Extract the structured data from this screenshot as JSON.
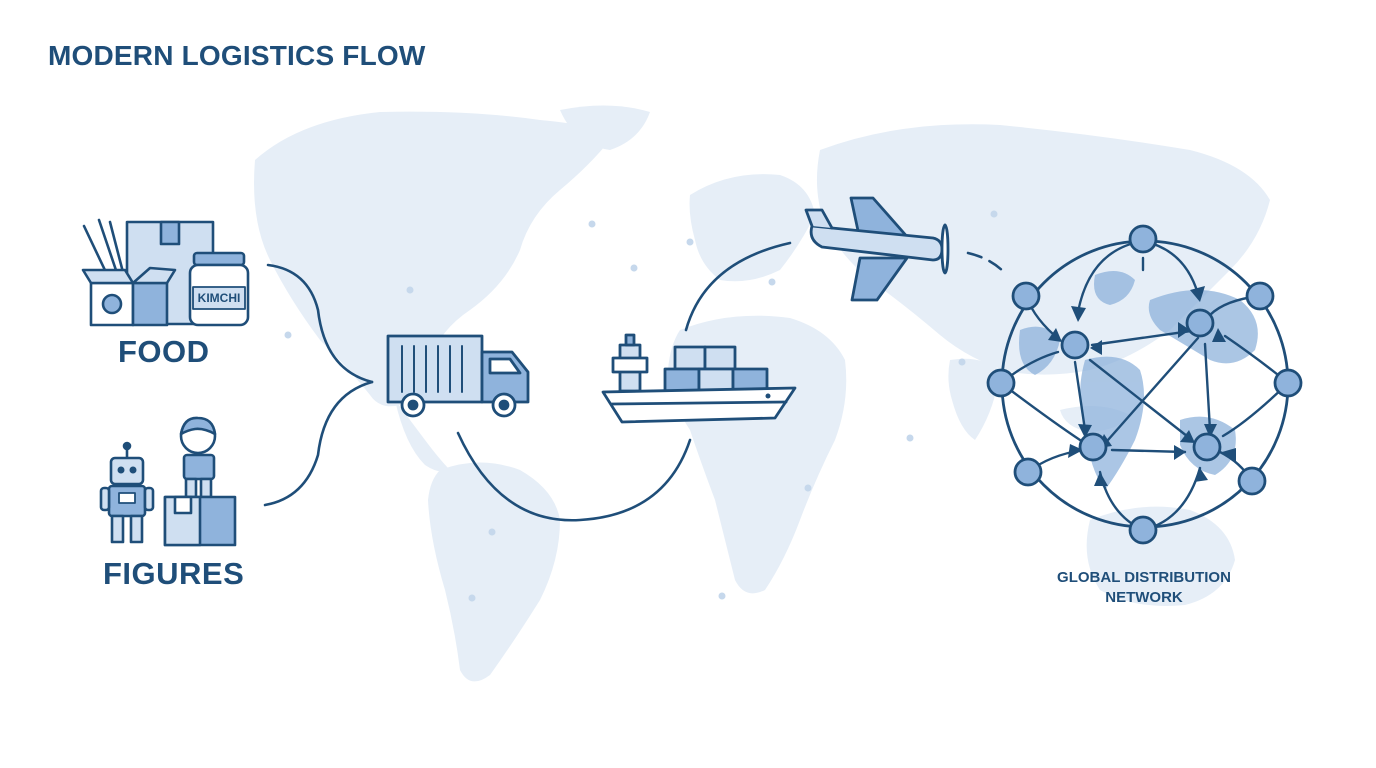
{
  "title": "MODERN LOGISTICS FLOW",
  "sources": {
    "food": {
      "label": "FOOD",
      "jar_label": "KIMCHI"
    },
    "figures": {
      "label": "FIGURES"
    }
  },
  "stages": [
    "truck",
    "cargo-ship",
    "airplane",
    "global-network"
  ],
  "network": {
    "label_line1": "GLOBAL DISTRIBUTION",
    "label_line2": "NETWORK"
  },
  "colors": {
    "primary": "#1f4e79",
    "accent_fill": "#8fb3dc",
    "light_fill": "#cfdff1",
    "map_fill": "#e6eef7"
  },
  "icons": {
    "food": [
      "chopsticks-icon",
      "package-box-icon",
      "open-box-icon",
      "kimchi-jar-icon"
    ],
    "figures": [
      "robot-figure-icon",
      "child-figure-icon",
      "figure-box-icon"
    ],
    "transport": [
      "delivery-truck-icon",
      "cargo-ship-icon",
      "airplane-icon"
    ],
    "network": [
      "globe-icon"
    ]
  }
}
